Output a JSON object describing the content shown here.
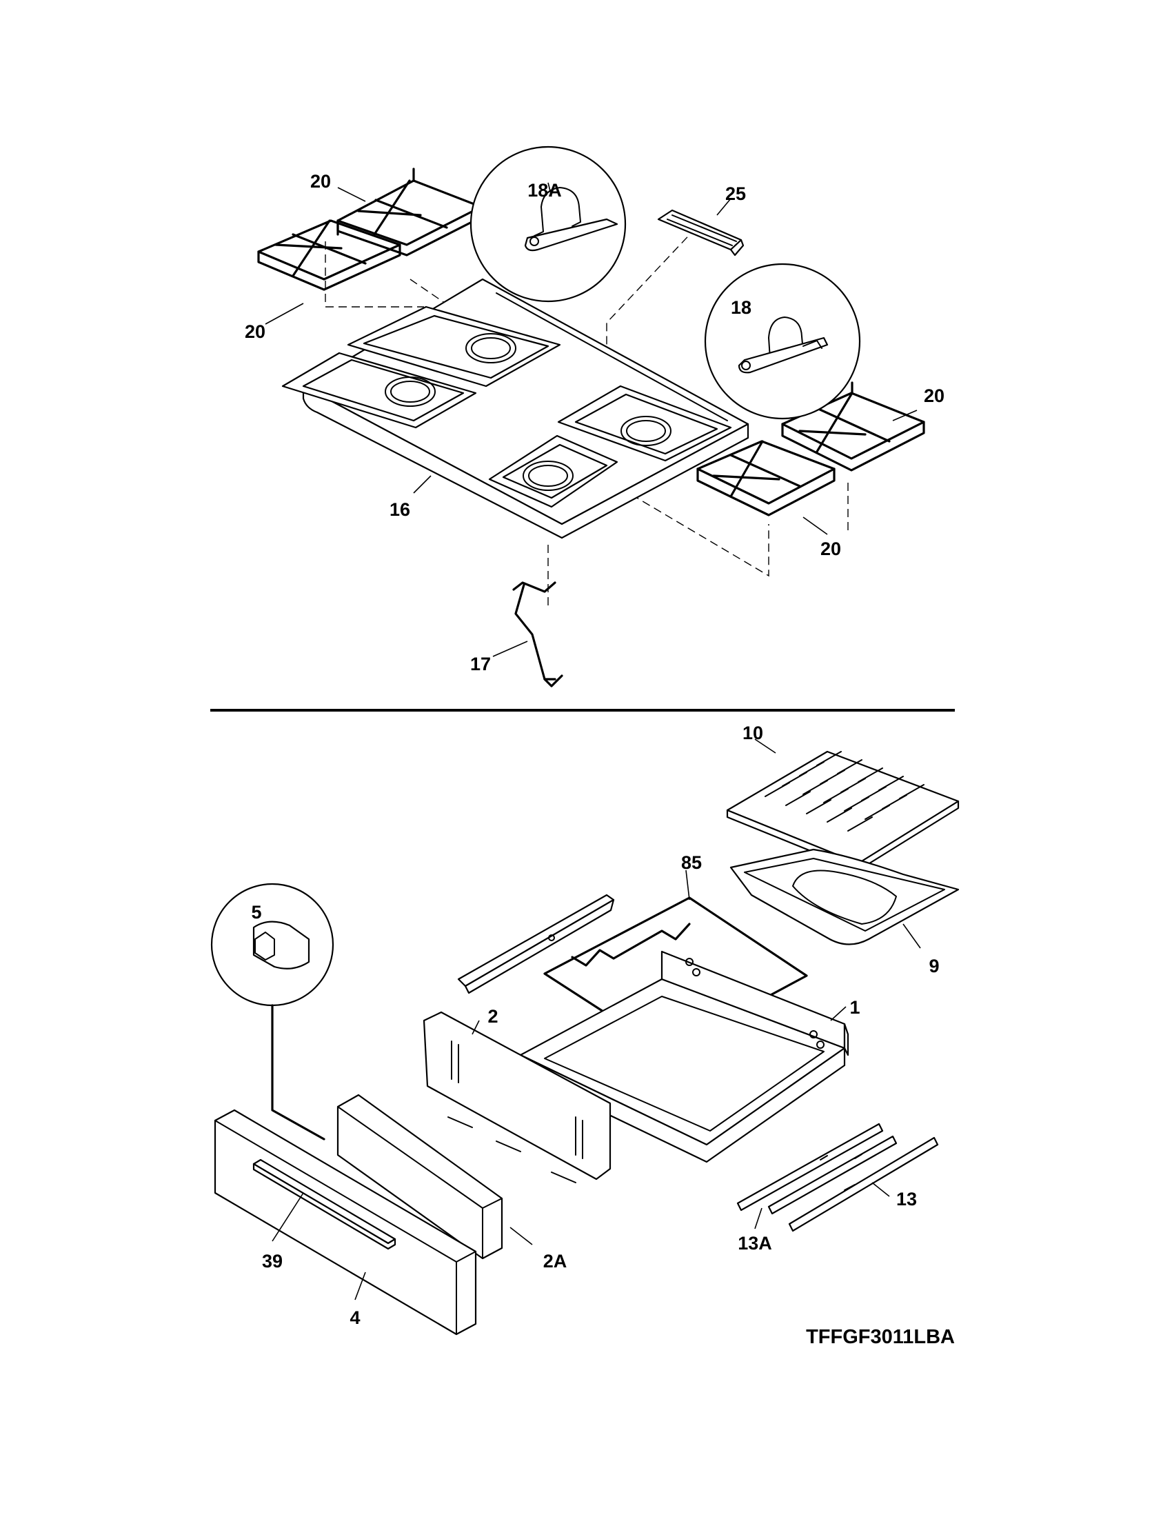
{
  "diagram": {
    "model_code": "TFFGF3011LBA",
    "callouts": {
      "grate_back_left": "20",
      "grate_front_left": "20",
      "grate_back_right": "20",
      "grate_front_right": "20",
      "cooktop": "16",
      "wire_spring": "17",
      "bracket_detail_a": "18A",
      "bracket_detail": "18",
      "vent_trim": "25",
      "broiler_grid": "10",
      "broiler_pan": "9",
      "oven_rack": "85",
      "drawer_body": "1",
      "drawer_back": "2",
      "drawer_front_liner": "2A",
      "drawer_front": "4",
      "drawer_handle": "39",
      "roller_detail": "5",
      "slide_rail": "13",
      "slide_rail_a": "13A"
    }
  }
}
